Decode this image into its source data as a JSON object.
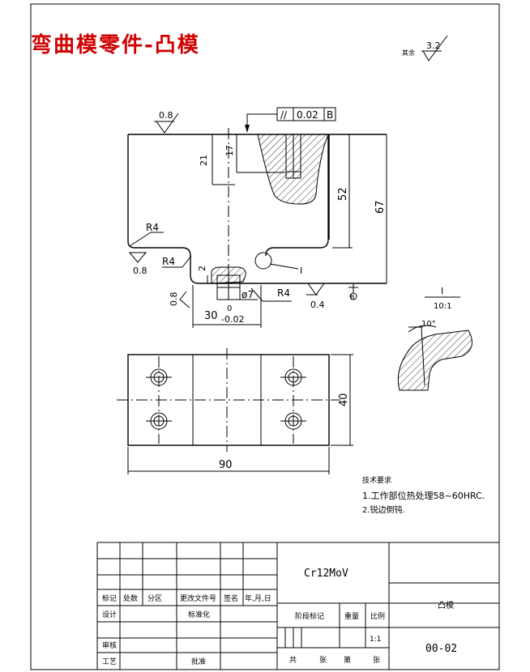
{
  "title": "弯曲模零件-凸模",
  "roughness_note": {
    "label": "其余",
    "value": "3.2"
  },
  "tolerance_frame": {
    "symbol": "//",
    "value": "0.02",
    "datum": "B"
  },
  "dimensions": {
    "d21": "21",
    "d17": "17",
    "d52": "52",
    "d67": "67",
    "r4_left": "R4",
    "r4_mid": "R4",
    "r4_right": "R4",
    "d2": "2",
    "phi7": "ø7",
    "d30_base": "30",
    "d30_upper": "0",
    "d30_lower": "-0.02",
    "d40": "40",
    "d90": "90",
    "rough_top": "0.8",
    "rough_left": "0.8",
    "rough_tip": "0.8",
    "rough_bottom": "0.4",
    "datum_b": "B",
    "detail_ref": "I"
  },
  "detail": {
    "label": "I",
    "scale": "10:1",
    "angle": "10°"
  },
  "tech_requirements": {
    "heading": "技术要求",
    "item1": "1.工作部位热处理58~60HRC.",
    "item2": "2.锐边倒钝."
  },
  "title_block": {
    "material": "Cr12MoV",
    "part_name": "凸模",
    "drawing_no": "00-02",
    "scale_value": "1:1",
    "h_mark": "标记",
    "h_qty": "处数",
    "h_zone": "分区",
    "h_doc": "更改文件号",
    "h_sign": "签名",
    "h_date": "年,月,日",
    "h_design": "设计",
    "h_std": "标准化",
    "h_stage": "阶段标记",
    "h_weight": "重量",
    "h_scale": "比例",
    "h_review": "审核",
    "h_process": "工艺",
    "h_approve": "批准",
    "h_total": "共",
    "h_sheets": "张",
    "h_num": "第",
    "h_sheet": "张"
  }
}
